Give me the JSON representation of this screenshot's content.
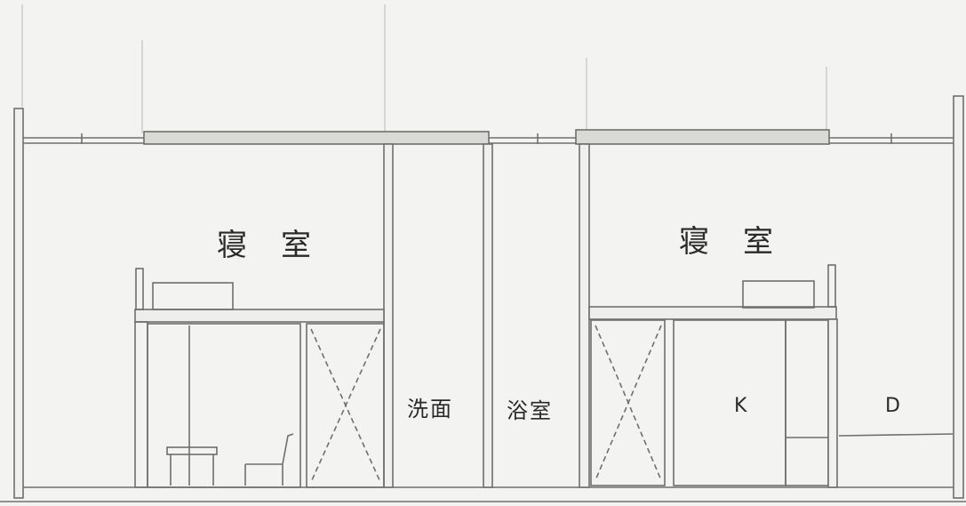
{
  "labels": {
    "bedroom_left": "寝室",
    "bedroom_right": "寝室",
    "washroom": "洗面",
    "bathroom": "浴室",
    "kitchen": "K",
    "dining": "D"
  },
  "colors": {
    "paper": "#f3f3f1",
    "line": "#6f6f6f",
    "guide": "#b9b9b9",
    "fill": "#d9d9d6"
  }
}
